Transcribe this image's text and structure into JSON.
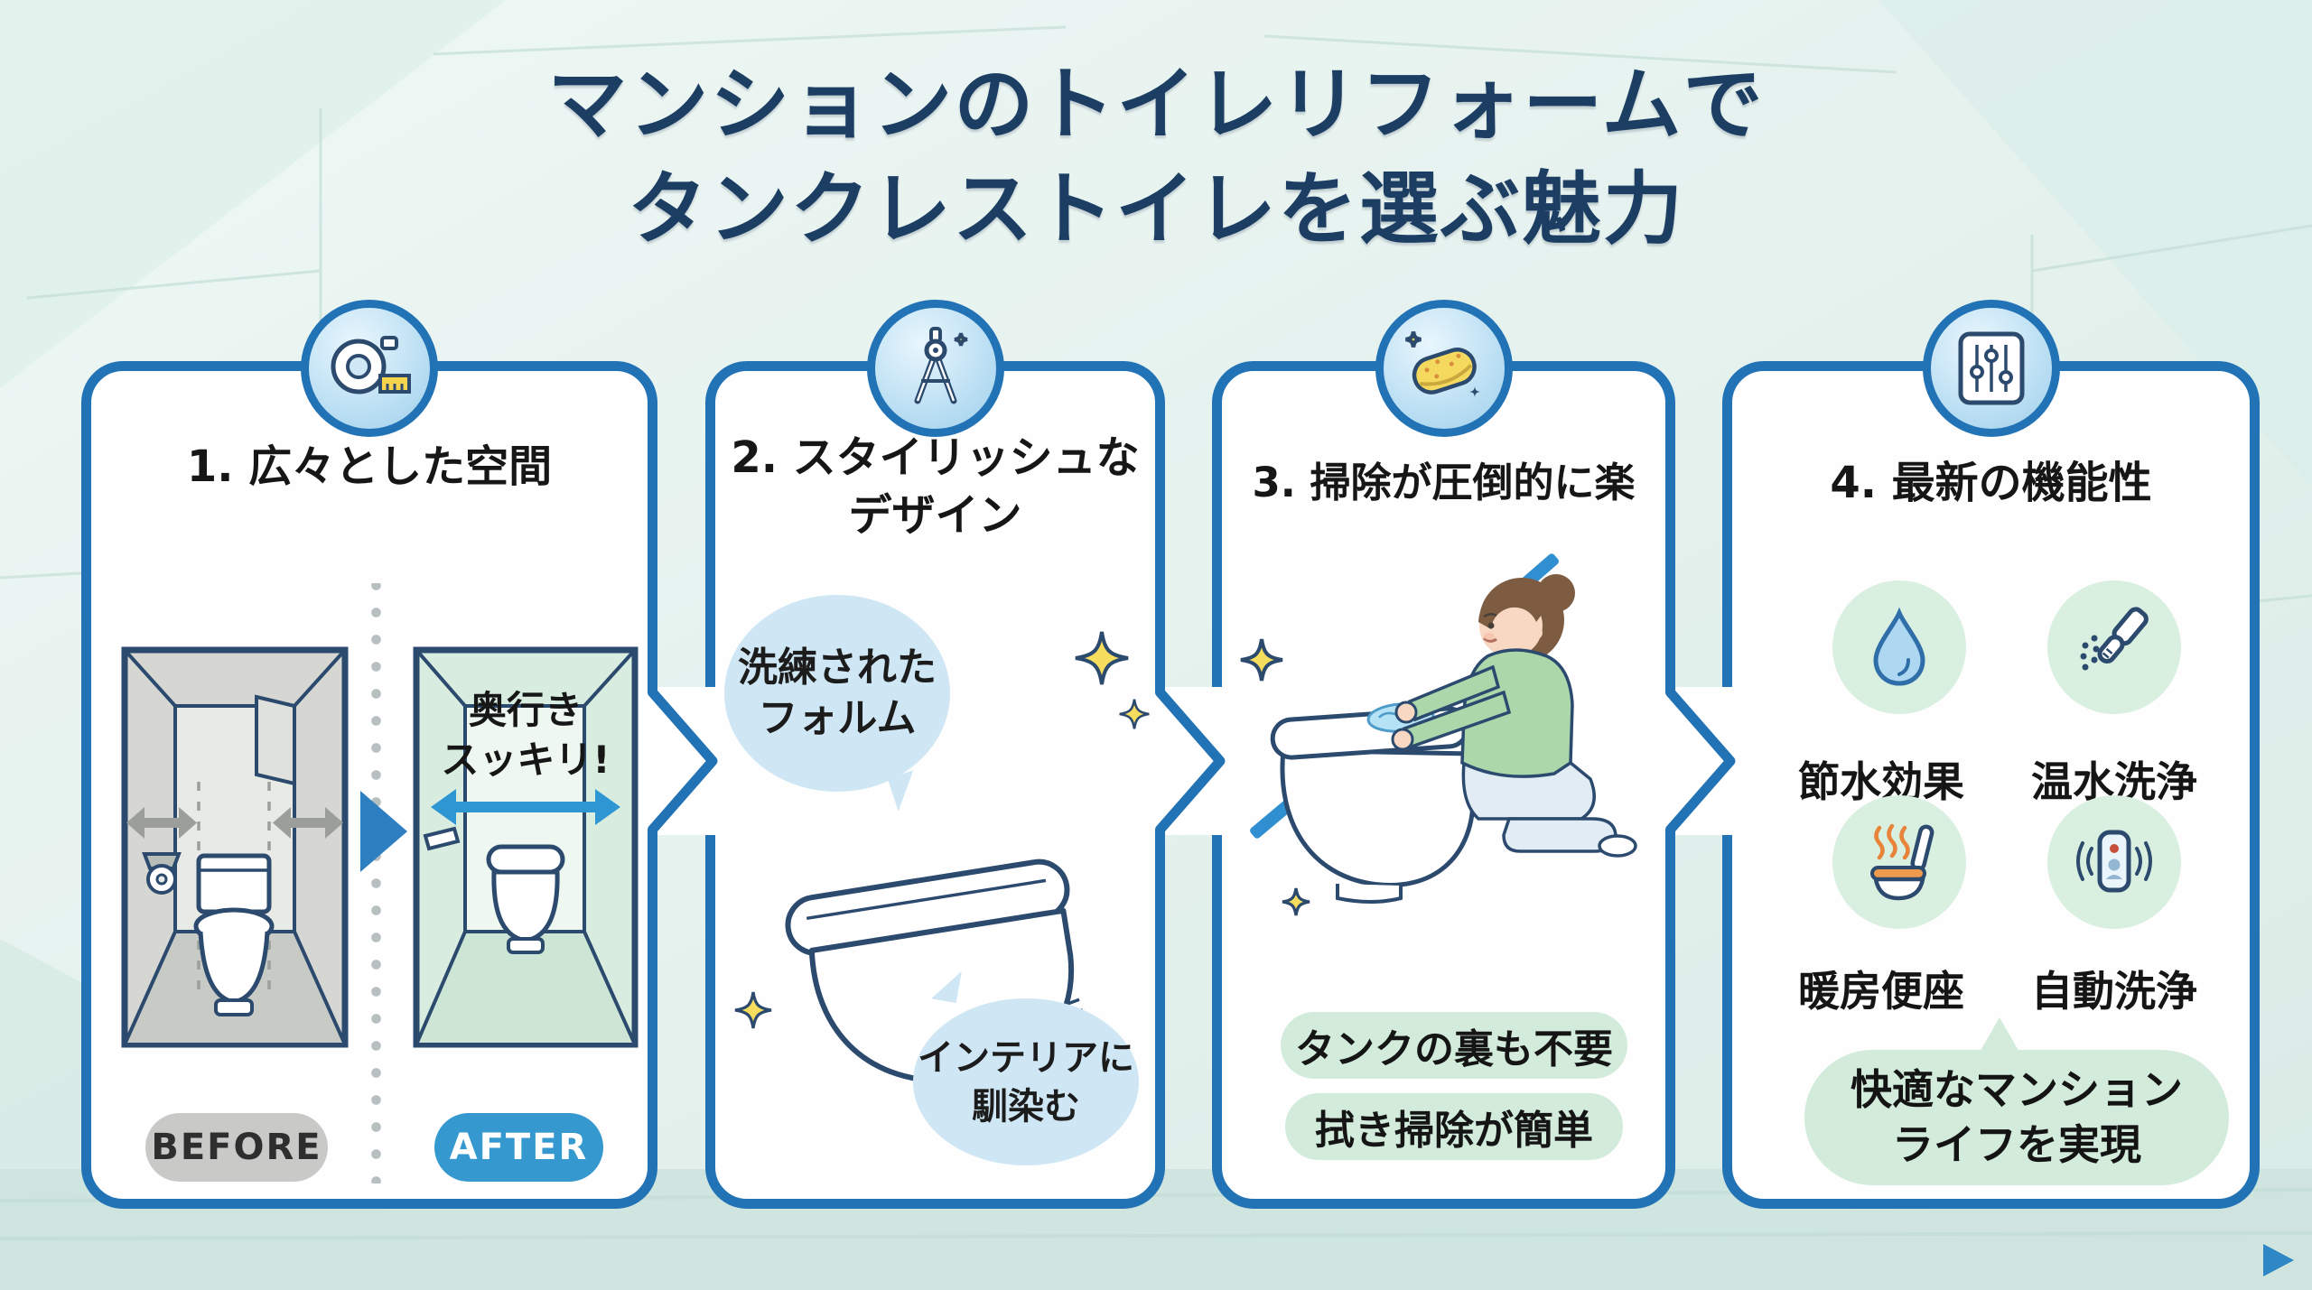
{
  "title": {
    "line1": "マンションのトイレリフォームで",
    "line2": "タンクレストイレを選ぶ魅力"
  },
  "cards": [
    {
      "title": "1. 広々とした空間",
      "icon": "tape-measure-icon",
      "after_room_note": "奥行き\nスッキリ!",
      "before_label": "BEFORE",
      "after_label": "AFTER"
    },
    {
      "title": "2. スタイリッシュな\nデザイン",
      "icon": "drafting-compass-icon",
      "bubble_top": "洗練された\nフォルム",
      "bubble_bottom": "インテリアに\n馴染む"
    },
    {
      "title": "3. 掃除が圧倒的に楽",
      "icon": "sponge-icon",
      "point1": "タンクの裏も不要",
      "point2": "拭き掃除が簡単"
    },
    {
      "title": "4. 最新の機能性",
      "icon": "sliders-icon",
      "features": [
        {
          "label": "節水効果",
          "icon": "water-drop-icon"
        },
        {
          "label": "温水洗浄",
          "icon": "spray-nozzle-icon"
        },
        {
          "label": "暖房便座",
          "icon": "heated-seat-icon"
        },
        {
          "label": "自動洗浄",
          "icon": "auto-wash-remote-icon"
        }
      ],
      "conclusion": "快適なマンション\nライフを実現"
    }
  ],
  "colors": {
    "accent_blue": "#2272b6",
    "title_navy": "#1d3e63",
    "after_blue": "#3598cf",
    "light_blue_bubble": "#cfe7f5",
    "mint_green": "#d2ebdb",
    "sparkle_yellow": "#f6dd5e",
    "outline_navy": "#2b4a6e"
  }
}
